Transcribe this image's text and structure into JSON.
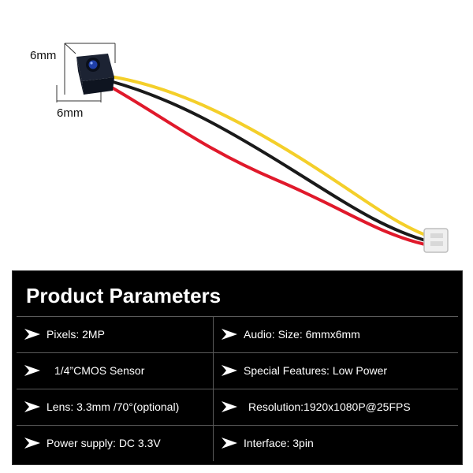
{
  "product_photo": {
    "dimension_top": "6mm",
    "dimension_bottom": "6mm"
  },
  "panel": {
    "title": "Product Parameters",
    "left_items": [
      "Pixels: 2MP",
      "1/4”CMOS Sensor",
      "Lens: 3.3mm /70°(optional)",
      "Power supply: DC 3.3V"
    ],
    "right_items": [
      "Audio: Size: 6mmx6mm",
      "Special Features: Low Power",
      "Resolution:1920x1080P@25FPS",
      "Interface: 3pin"
    ]
  },
  "colors": {
    "panel_bg": "#000000",
    "text": "#ffffff",
    "wire_red": "#e0192b",
    "wire_black": "#1a1a1a",
    "wire_yellow": "#f4cf2a"
  }
}
